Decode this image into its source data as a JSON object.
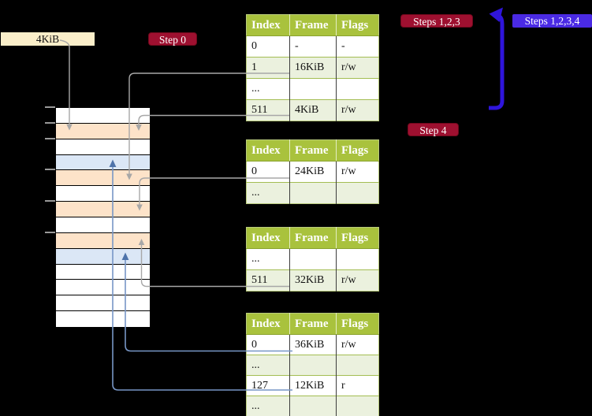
{
  "labels": {
    "frame_pointer": "4KiB",
    "step0": "Step 0",
    "steps123": "Steps 1,2,3",
    "steps1234": "Steps 1,2,3,4",
    "step4": "Step 4"
  },
  "colors": {
    "background": "#000000",
    "table_header_bg": "#a9c23d",
    "table_row_alt_bg": "#ebf1de",
    "highlight_yellow": "#ffff9e",
    "frame_free": "#ffffff",
    "frame_page_table": "#fde3c9",
    "frame_mapped_page": "#dbe7f6",
    "label_cream_bg": "#faeec9",
    "label_red_bg": "#9e1030",
    "label_blue_bg": "#4a2ae4",
    "arrow_grey": "#a7a7a7",
    "arrow_blue_thin": "#7796c6",
    "arrow_blue_thick": "#2f15dc"
  },
  "tables": [
    {
      "headers": [
        "Index",
        "Frame",
        "Flags"
      ],
      "rows": [
        {
          "cells": [
            "0",
            "-",
            "-"
          ],
          "highlight": false
        },
        {
          "cells": [
            "1",
            "16KiB",
            "r/w"
          ],
          "highlight": false
        },
        {
          "cells": [
            "...",
            "",
            ""
          ],
          "highlight": false
        },
        {
          "cells": [
            "511",
            "4KiB",
            "r/w"
          ],
          "highlight": true
        }
      ]
    },
    {
      "headers": [
        "Index",
        "Frame",
        "Flags"
      ],
      "rows": [
        {
          "cells": [
            "0",
            "24KiB",
            "r/w"
          ],
          "highlight": false
        },
        {
          "cells": [
            "...",
            "",
            ""
          ],
          "highlight": false
        }
      ]
    },
    {
      "headers": [
        "Index",
        "Frame",
        "Flags"
      ],
      "rows": [
        {
          "cells": [
            "...",
            "",
            ""
          ],
          "highlight": false
        },
        {
          "cells": [
            "511",
            "32KiB",
            "r/w"
          ],
          "highlight": false
        }
      ]
    },
    {
      "headers": [
        "Index",
        "Frame",
        "Flags"
      ],
      "rows": [
        {
          "cells": [
            "0",
            "36KiB",
            "r/w"
          ],
          "highlight": false
        },
        {
          "cells": [
            "...",
            "",
            ""
          ],
          "highlight": false
        },
        {
          "cells": [
            "127",
            "12KiB",
            "r"
          ],
          "highlight": false
        },
        {
          "cells": [
            "...",
            "",
            ""
          ],
          "highlight": false
        }
      ]
    }
  ],
  "memory": {
    "rows": [
      {
        "kind": "free"
      },
      {
        "kind": "page-table"
      },
      {
        "kind": "free"
      },
      {
        "kind": "mapped-page"
      },
      {
        "kind": "page-table"
      },
      {
        "kind": "free"
      },
      {
        "kind": "page-table"
      },
      {
        "kind": "free"
      },
      {
        "kind": "page-table"
      },
      {
        "kind": "mapped-page"
      },
      {
        "kind": "free"
      },
      {
        "kind": "free"
      },
      {
        "kind": "free"
      },
      {
        "kind": "free"
      }
    ]
  }
}
